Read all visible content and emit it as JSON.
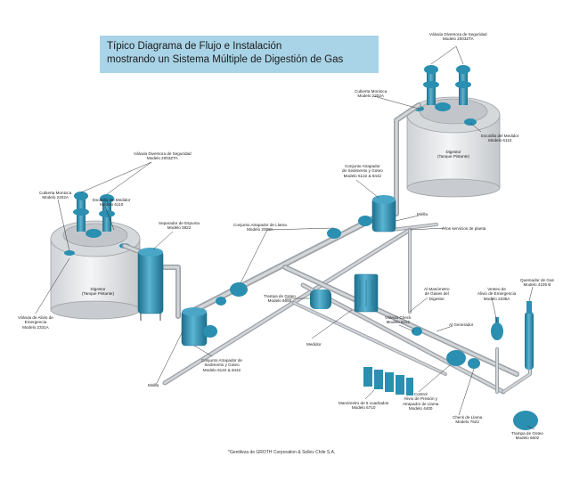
{
  "title": {
    "line1": "Típico Diagrama de Flujo e Instalación",
    "line2": "mostrando un Sistema Múltiple de Digestión de Gas"
  },
  "labels": {
    "valvula_seguridad_right": [
      "Válvula Diversora de Seguridad",
      "Modelo 2003ZTA"
    ],
    "cubierta_right": [
      "Cubierta Montoca",
      "Modelo 2202A"
    ],
    "escotilla_right": [
      "Escotilla del Medidor",
      "Modelo 6110"
    ],
    "digestor_right": [
      "Digestor",
      "(Tanque Pistante)"
    ],
    "conjunto_sedimento_top": [
      "Conjunto Atrapador",
      "de Sedimento y Goteo",
      "Modelo 6122 & 8442"
    ],
    "mirilla_right": [
      "Mirilla"
    ],
    "otros_servicios": [
      "A los servicios de planta"
    ],
    "valvula_seguridad_left": [
      "Válvula Diversora de Seguridad",
      "Modelo 2003ZTA"
    ],
    "cubierta_left": [
      "Cubierta Montoca",
      "Modelo 2202A"
    ],
    "escotilla_left": [
      "Escotilla del Medidor",
      "Modelo 6110"
    ],
    "separador_espuma": [
      "Separador de Espuma",
      "Modelo 3822"
    ],
    "conjunto_llama": [
      "Conjunto Atrapador de Llama",
      "Modelo 2008A"
    ],
    "digestor_left": [
      "Digestor",
      "(Tanque Pistante)"
    ],
    "alivio_emergencia": [
      "Válvula de Alivio de",
      "Emergencia",
      "Modelo 2331A"
    ],
    "trampa_goteo": [
      "Trampa de Goteo",
      "Modelo 6650"
    ],
    "al_manometro": [
      "Al Manómetro",
      "de Gases del",
      "Digestor"
    ],
    "valvula_check": [
      "Válvula Check",
      "Modelo 6112"
    ],
    "al_generador": [
      "Al Generador"
    ],
    "venteo_alivio": [
      "Venteo de",
      "Alivio de Emergencia",
      "Modelo 2335A"
    ],
    "quemador_gas": [
      "Quemador de Gas",
      "Modelo 4105 B"
    ],
    "medidor": [
      "Medidor"
    ],
    "conjunto_sedimento_bottom": [
      "Conjunto Atrapador de",
      "Sedimento y Goteo",
      "Modelo 6122 & 8442"
    ],
    "mirilla_left": [
      "Mirilla"
    ],
    "manometro_cuadrados": [
      "Manómetro de 5 cuadrados",
      "Modelo 6710"
    ],
    "control_presion": [
      "Control",
      "Alivio de Presión y",
      "Atrapador de Llama",
      "Modelo 4400"
    ],
    "check_llama": [
      "Check de Llama",
      "Modelo 7622"
    ],
    "trampa_goteo_bottom": [
      "Trampa de Goteo",
      "Modelo 6602"
    ]
  },
  "footer": "*Gentileza de GROTH Corporation & Sollev Chile S.A.",
  "colors": {
    "title_bg": "#a9d3e6",
    "equipment": "#2a8fb0",
    "equipment_dark": "#1c6f8c",
    "pipe": "#b8bcc2",
    "pipe_dark": "#8f949a",
    "tank": "#e3e5e8"
  }
}
